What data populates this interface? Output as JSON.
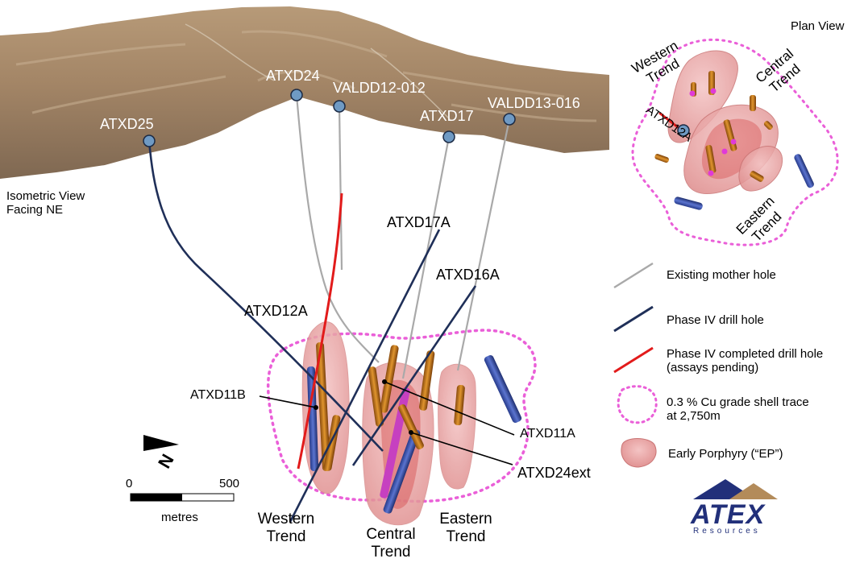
{
  "view_label": [
    "Isometric View",
    "Facing NE"
  ],
  "plan_view_title": "Plan View",
  "surface_holes": [
    {
      "name": "ATXD24"
    },
    {
      "name": "VALDD12-012"
    },
    {
      "name": "ATXD17"
    },
    {
      "name": "VALDD13-016"
    },
    {
      "name": "ATXD25"
    }
  ],
  "depth_holes": {
    "atxd17a": "ATXD17A",
    "atxd16a": "ATXD16A",
    "atxd12a": "ATXD12A",
    "atxd11b": "ATXD11B",
    "atxd11a": "ATXD11A",
    "atxd24ext": "ATXD24ext"
  },
  "trends": {
    "western": [
      "Western",
      "Trend"
    ],
    "central": [
      "Central",
      "Trend"
    ],
    "eastern": [
      "Eastern",
      "Trend"
    ]
  },
  "plan_view": {
    "western": [
      "Western",
      "Trend"
    ],
    "central": [
      "Central",
      "Trend"
    ],
    "eastern": [
      "Eastern",
      "Trend"
    ],
    "hole_label": "ATXD12A"
  },
  "legend": [
    {
      "type": "line",
      "color": "#a9a9a9",
      "text": [
        "Existing mother hole"
      ]
    },
    {
      "type": "line",
      "color": "#1f2f58",
      "text": [
        "Phase IV drill hole"
      ]
    },
    {
      "type": "line",
      "color": "#e21b1b",
      "text": [
        "Phase IV completed drill hole",
        "(assays pending)"
      ]
    },
    {
      "type": "dotted",
      "color": "#ea5fd8",
      "text": [
        "0.3 % Cu grade shell trace",
        "at 2,750m"
      ]
    },
    {
      "type": "blob",
      "color": "#e9a6a6",
      "text": [
        "Early Porphyry (“EP”)"
      ]
    }
  ],
  "scale": {
    "min": "0",
    "max": "500",
    "unit": "metres"
  },
  "north_label": "N",
  "logo": {
    "word": "ATEX",
    "sub": "Resources"
  },
  "colors": {
    "existing": "#a9a9a9",
    "phase4": "#1f2f58",
    "completed": "#e21b1b",
    "shell": "#ea5fd8",
    "porphyry": "#e9a6a6",
    "collar": "#6f9ac4"
  }
}
